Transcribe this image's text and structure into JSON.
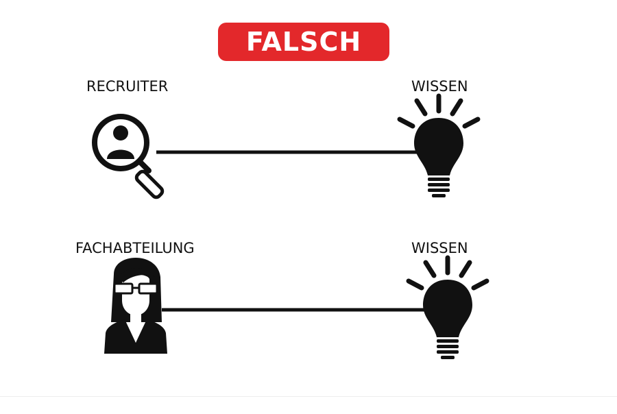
{
  "badge": {
    "text": "FALSCH",
    "color": "#e3282b"
  },
  "rows": [
    {
      "left_label": "RECRUITER",
      "right_label": "WISSEN",
      "left_icon": "magnifier-person-icon",
      "right_icon": "lightbulb-icon"
    },
    {
      "left_label": "FACHABTEILUNG",
      "right_label": "WISSEN",
      "left_icon": "woman-with-glasses-icon",
      "right_icon": "lightbulb-icon"
    }
  ]
}
